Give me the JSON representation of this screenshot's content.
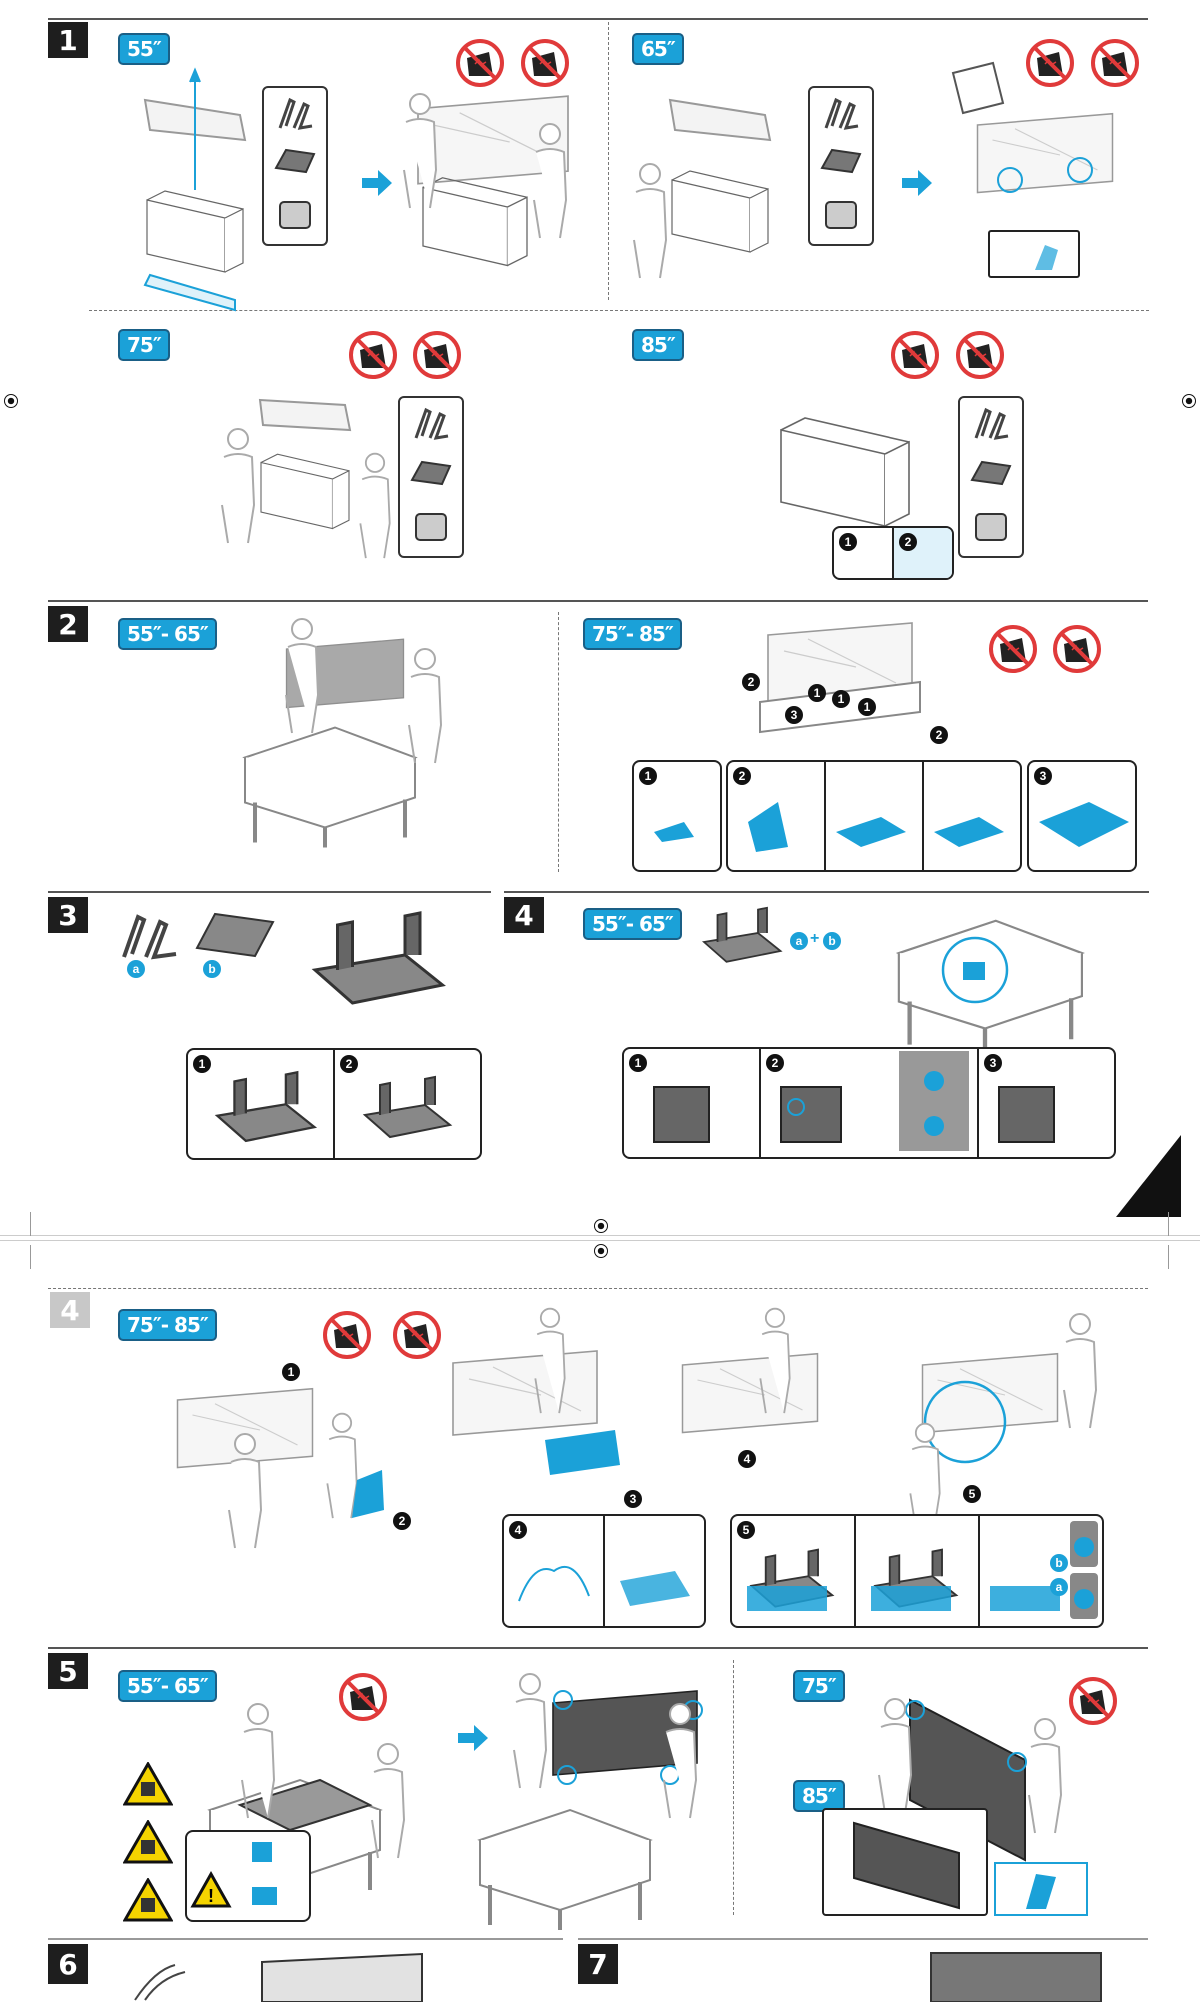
{
  "colors": {
    "accent": "#1ba1d8",
    "section_box": "#1e1e1e",
    "prohibition": "#e03a3a",
    "warning": "#f5d400"
  },
  "section1": {
    "number": "1",
    "sizes": [
      "55″",
      "65″",
      "75″",
      "85″"
    ],
    "inset_steps": [
      "1",
      "2"
    ]
  },
  "section2": {
    "number": "2",
    "sizes": [
      "55″- 65″",
      "75″- 85″"
    ],
    "callouts": [
      "2",
      "1",
      "1",
      "1",
      "3",
      "2"
    ],
    "inset_steps": [
      "1",
      "2",
      "3"
    ]
  },
  "section3": {
    "number": "3",
    "parts": [
      "a",
      "b"
    ],
    "inset_steps": [
      "1",
      "2"
    ]
  },
  "section4": {
    "number": "4",
    "size": "55″- 65″",
    "parts": [
      "a",
      "+",
      "b"
    ],
    "inset_steps": [
      "1",
      "2",
      "3"
    ]
  },
  "section4b": {
    "number": "4",
    "size": "75″- 85″",
    "callouts": [
      "1",
      "2",
      "3",
      "4",
      "5"
    ],
    "inset_steps": [
      "4",
      "5"
    ],
    "labels": [
      "b",
      "a"
    ]
  },
  "section5": {
    "number": "5",
    "sizes": [
      "55″- 65″",
      "75″",
      "85″"
    ]
  },
  "section6": {
    "number": "6"
  },
  "section7": {
    "number": "7"
  }
}
